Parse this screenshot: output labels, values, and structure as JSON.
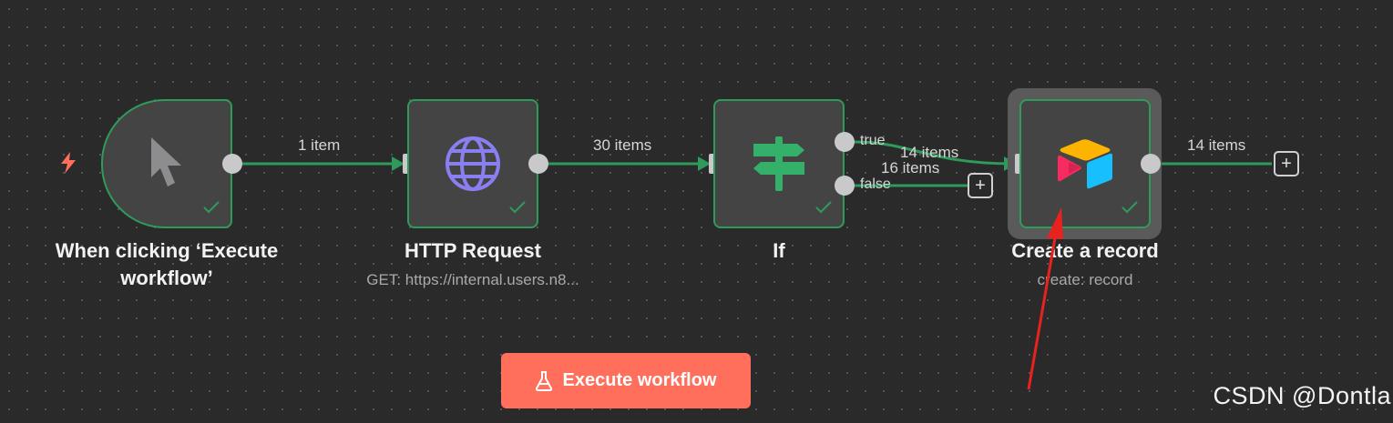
{
  "nodes": {
    "trigger": {
      "title": "When clicking ‘Execute\nworkflow’",
      "icon": "cursor-pointer-icon",
      "status": "success-check-icon"
    },
    "http": {
      "title": "HTTP Request",
      "subtitle": "GET: https://internal.users.n8...",
      "icon": "globe-icon",
      "status": "success-check-icon"
    },
    "if": {
      "title": "If",
      "icon": "signpost-icon",
      "status": "success-check-icon"
    },
    "airtable": {
      "title": "Create a record",
      "subtitle": "create: record",
      "icon": "airtable-logo-icon",
      "status": "success-check-icon"
    }
  },
  "edges": {
    "trigger_to_http": "1 item",
    "http_to_if": "30 items",
    "true_branch_items": "14 items",
    "false_branch_items": "16 items",
    "airtable_out": "14 items"
  },
  "branches": {
    "true_label": "true",
    "false_label": "false"
  },
  "buttons": {
    "execute_workflow": "Execute workflow",
    "add_node_symbol": "+"
  },
  "watermark": "CSDN @Dontla",
  "colors": {
    "canvas": "#2a2a2a",
    "node_fill": "#444445",
    "success_border": "#2f9b5b",
    "edge": "#2f9b5b",
    "execute_button": "#ff6f5c",
    "trigger_bolt": "#ff6f5c",
    "annotation_arrow": "#e8231f"
  }
}
